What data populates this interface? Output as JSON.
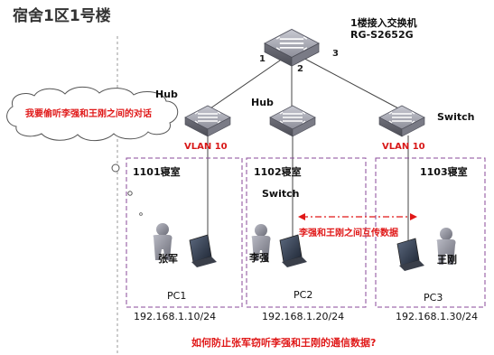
{
  "title": "宿舍1区1号楼",
  "core_switch": {
    "line1": "1楼接入交换机",
    "line2": "RG-S2652G"
  },
  "ports": [
    "1",
    "2",
    "3"
  ],
  "devices": {
    "left": {
      "type": "Hub",
      "vlan": "VLAN 10"
    },
    "middle": {
      "type": "Hub",
      "alt_label": "Switch"
    },
    "right": {
      "type": "Switch",
      "vlan": "VLAN 10"
    }
  },
  "thought_bubble": "我要偷听李强和王刚之间的对话",
  "rooms": [
    {
      "name": "1101寝室",
      "pc": "PC1",
      "ip": "192.168.1.10/24",
      "user": "张军"
    },
    {
      "name": "1102寝室",
      "pc": "PC2",
      "ip": "192.168.1.20/24",
      "user": "李强"
    },
    {
      "name": "1103寝室",
      "pc": "PC3",
      "ip": "192.168.1.30/24",
      "user": "王刚"
    }
  ],
  "exchange_label": "李强和王刚之间互传数据",
  "question": "如何防止张军窃听李强和王刚的通信数据?",
  "colors": {
    "accent_red": "#e01818",
    "room_border": "#8a4a9a",
    "device_body": "#8f8f98"
  }
}
